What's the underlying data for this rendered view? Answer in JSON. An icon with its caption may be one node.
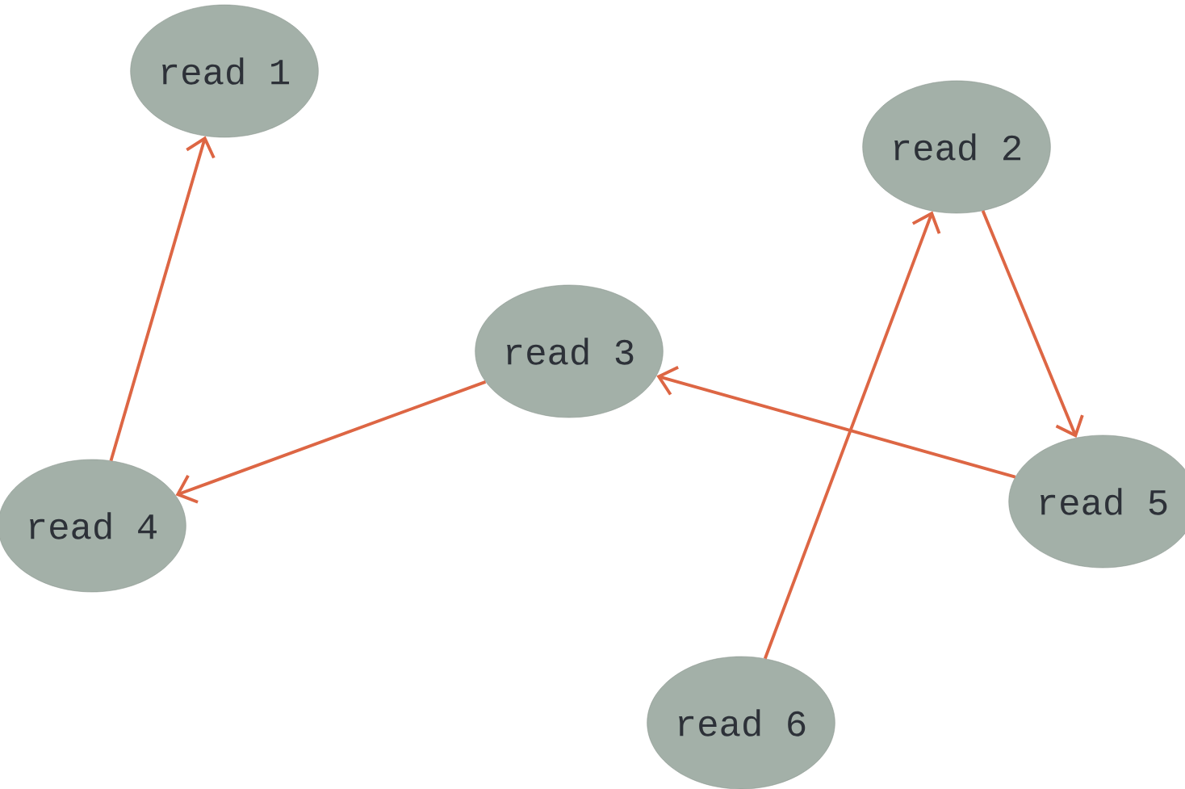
{
  "diagram": {
    "nodes": [
      {
        "text": [
          "read 1"
        ]
      },
      {
        "text": [
          "read 2"
        ]
      },
      {
        "text": [
          "read 3"
        ]
      },
      {
        "text": [
          "read 4"
        ]
      },
      {
        "text": [
          "read 5"
        ]
      },
      {
        "text": [
          "read 6"
        ]
      }
    ],
    "edges": [
      {
        "from": 2,
        "to": 3,
        "arrow": "to"
      },
      {
        "from": 3,
        "to": 0,
        "arrow": "to"
      },
      {
        "from": 1,
        "to": 4,
        "arrow": "to"
      },
      {
        "from": 4,
        "to": 2,
        "arrow": "to"
      },
      {
        "from": 5,
        "to": 1,
        "arrow": "to"
      }
    ]
  }
}
